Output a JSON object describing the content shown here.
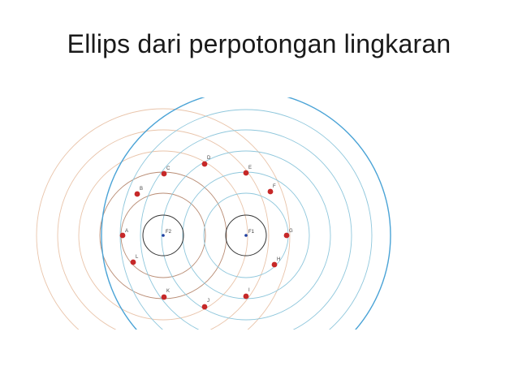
{
  "slide": {
    "title": "Ellips dari perpotongan lingkaran"
  },
  "diagram": {
    "colors": {
      "f1_circles": "#8fc7dc",
      "f1_outer": "#4aa3d6",
      "f2_circles": "#e9c4aa",
      "f2_inner": "#b98c74",
      "focus_circle": "#333333",
      "ellipse_point": "#c62828",
      "focus_point": "#1e3fa0"
    },
    "foci": [
      {
        "id": "f1",
        "label": "F1"
      },
      {
        "id": "f2",
        "label": "F2"
      }
    ],
    "points": [
      {
        "id": "a",
        "label": "A"
      },
      {
        "id": "b",
        "label": "B"
      },
      {
        "id": "c",
        "label": "C"
      },
      {
        "id": "d",
        "label": "D"
      },
      {
        "id": "e",
        "label": "E"
      },
      {
        "id": "f",
        "label": "F"
      },
      {
        "id": "g",
        "label": "G"
      },
      {
        "id": "h",
        "label": "H"
      },
      {
        "id": "i",
        "label": "I"
      },
      {
        "id": "j",
        "label": "J"
      },
      {
        "id": "k",
        "label": "K"
      },
      {
        "id": "l",
        "label": "L"
      }
    ]
  }
}
